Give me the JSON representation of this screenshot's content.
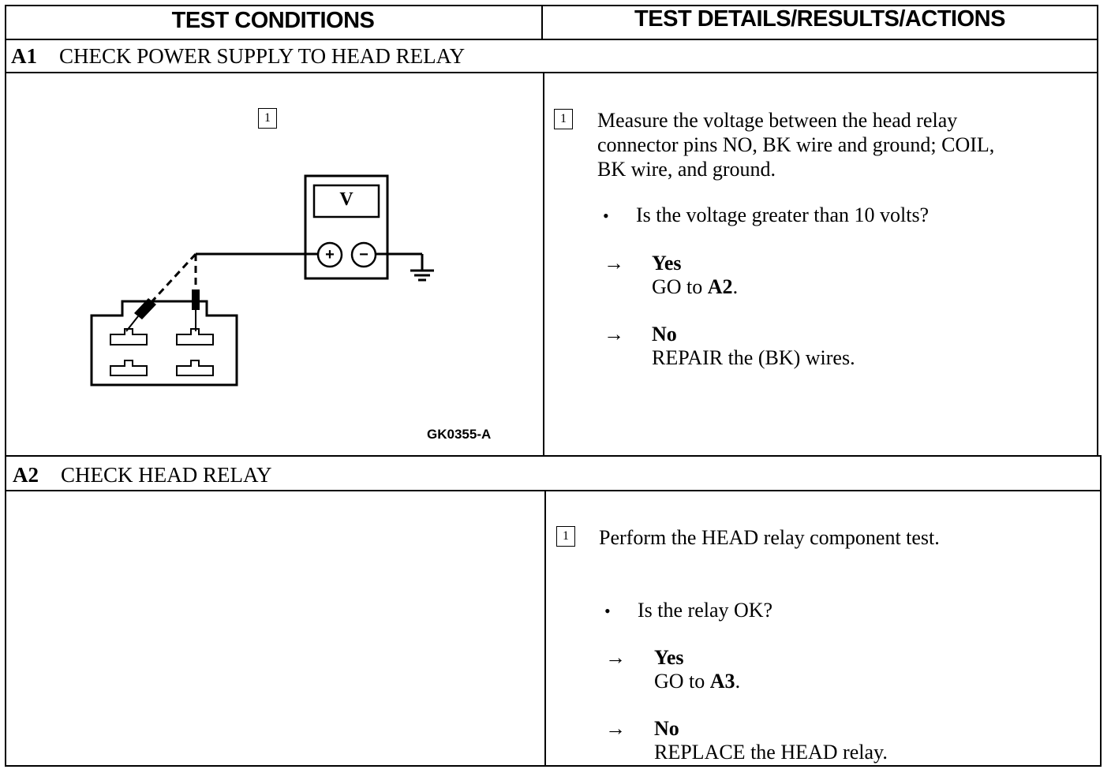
{
  "header": {
    "left": "TEST CONDITIONS",
    "right": "TEST DETAILS/RESULTS/ACTIONS"
  },
  "sections": [
    {
      "id": "A1",
      "title": "CHECK POWER SUPPLY TO HEAD RELAY",
      "figure": {
        "step_marker": "1",
        "meter_label": "V",
        "plus": "+",
        "minus": "−",
        "figure_id": "GK0355-A"
      },
      "step": "1",
      "instruction_lines": [
        "Measure the voltage between the head relay",
        "connector pins NO, BK wire and ground; COIL,",
        "BK wire, and ground."
      ],
      "question": "Is the voltage greater than 10 volts?",
      "yes_label": "Yes",
      "yes_action_prefix": "GO to ",
      "yes_action_target": "A2",
      "yes_action_suffix": ".",
      "no_label": "No",
      "no_action": "REPAIR the (BK) wires."
    },
    {
      "id": "A2",
      "title": "CHECK HEAD RELAY",
      "step": "1",
      "instruction": "Perform the HEAD relay component test.",
      "question": "Is the relay OK?",
      "yes_label": "Yes",
      "yes_action_prefix": "GO to ",
      "yes_action_target": "A3",
      "yes_action_suffix": ".",
      "no_label": "No",
      "no_action": "REPLACE the HEAD relay."
    }
  ],
  "glyphs": {
    "bullet": "•",
    "arrow": "→"
  }
}
